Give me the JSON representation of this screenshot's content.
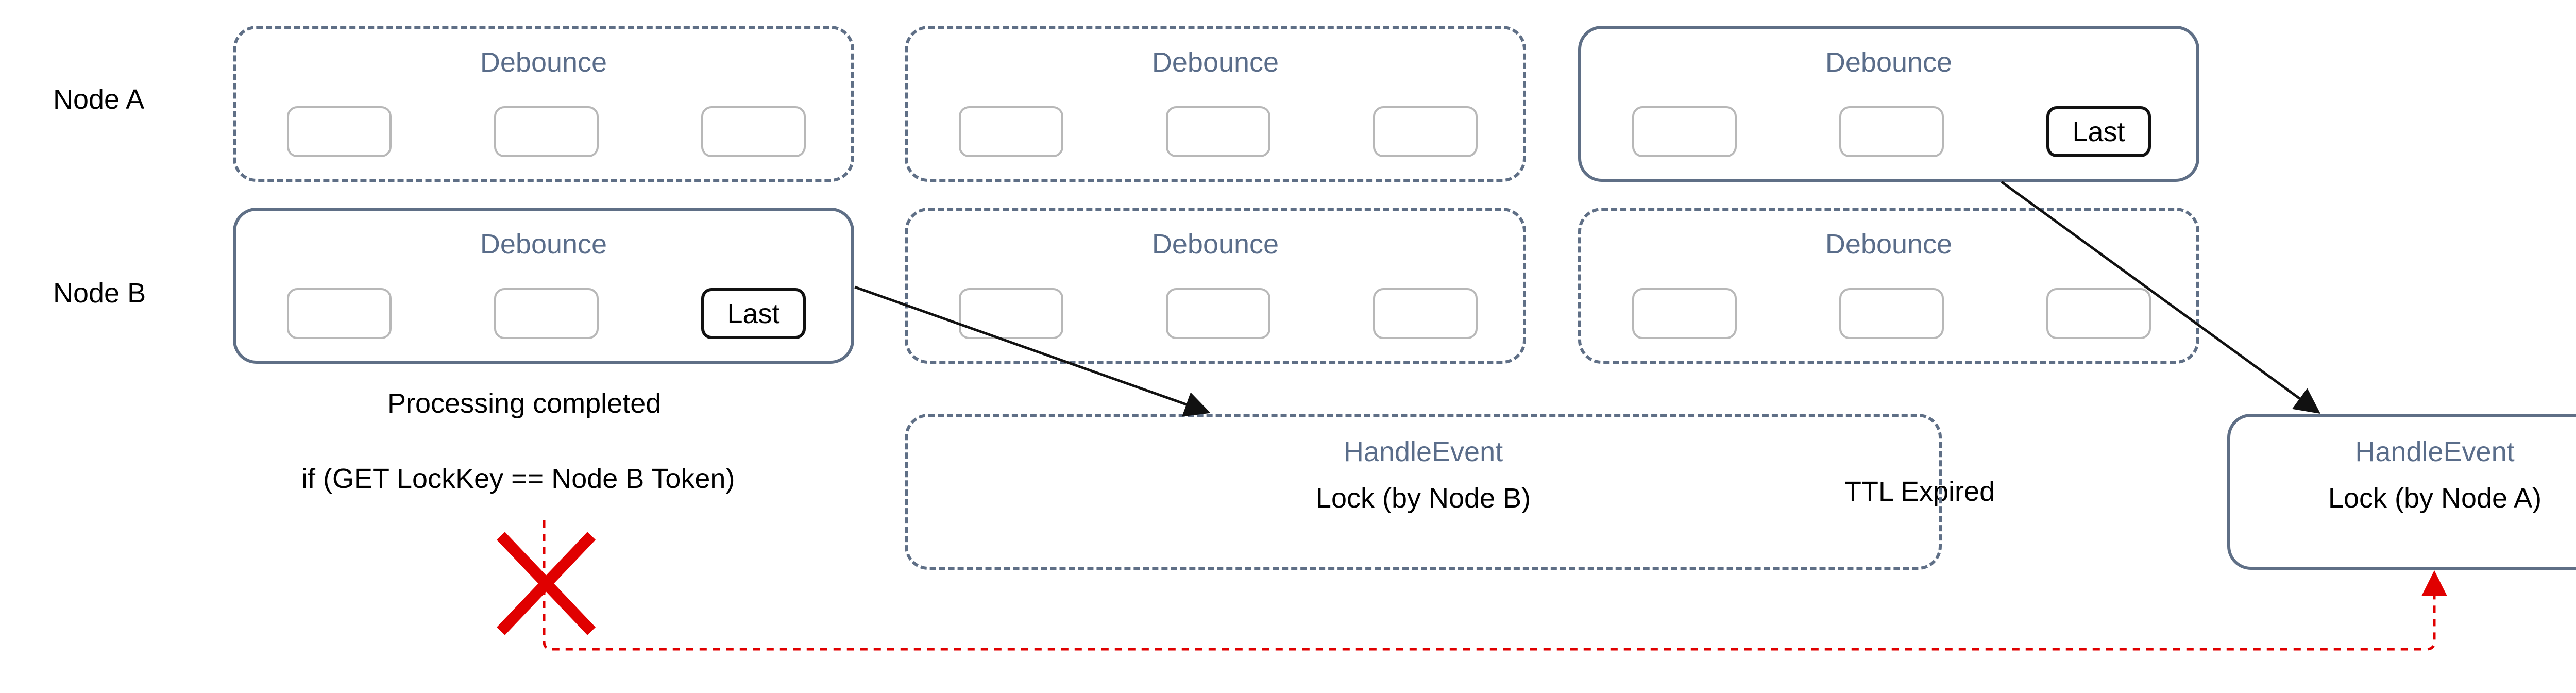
{
  "rows": {
    "node_a": "Node A",
    "node_b": "Node B"
  },
  "debounce": {
    "title": "Debounce",
    "last_label": "Last"
  },
  "handle_event": {
    "title": "HandleEvent",
    "lock_node_b": "Lock (by Node B)",
    "lock_node_a": "Lock (by Node A)"
  },
  "labels": {
    "processing_completed": "Processing completed",
    "condition": "if (GET LockKey == Node B Token)",
    "ttl_expired": "TTL Expired"
  },
  "colors": {
    "group_border": "#5f6f86",
    "title_text": "#5a6d8a",
    "arrow": "#111111",
    "failed_path": "#e00000"
  },
  "icons": {
    "failure_marker": "red-x-icon"
  }
}
